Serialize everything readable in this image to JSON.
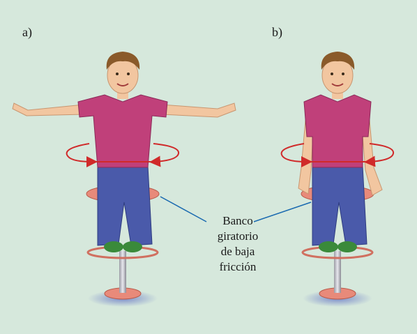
{
  "panels": {
    "a": {
      "label": "a)"
    },
    "b": {
      "label": "b)"
    }
  },
  "callout": {
    "lines": [
      "Banco",
      "giratorio",
      "de baja",
      "fricción"
    ]
  },
  "colors": {
    "background": "#d6e8dc",
    "shirt": "#c0407a",
    "pants": "#4a5aaa",
    "skin": "#f2c6a0",
    "hair": "#8a5a2a",
    "shoes": "#3a8a3a",
    "seat": "#e88a7a",
    "rotation_arrow": "#d02a2a",
    "pointer_line": "#1a6ab0"
  }
}
